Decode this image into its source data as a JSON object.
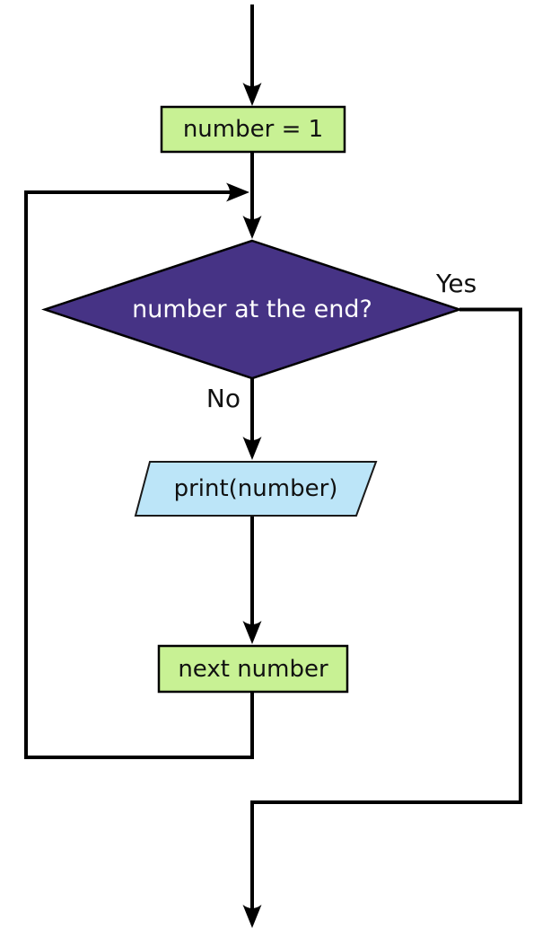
{
  "diagram": {
    "type": "flowchart",
    "nodes": [
      {
        "id": "init",
        "shape": "rectangle",
        "label": "number = 1"
      },
      {
        "id": "check-end",
        "shape": "diamond",
        "label": "number at the end?",
        "text_color": "#ffffff"
      },
      {
        "id": "print",
        "shape": "parallelogram",
        "label": "print(number)"
      },
      {
        "id": "next",
        "shape": "rectangle",
        "label": "next number"
      }
    ],
    "branch_labels": {
      "yes": "Yes",
      "no": "No"
    },
    "colors": {
      "line": "#000000",
      "process_fill": "#c8f194",
      "decision_fill": "#463385",
      "io_fill": "#bce5f8",
      "decision_text": "#ffffff"
    }
  }
}
